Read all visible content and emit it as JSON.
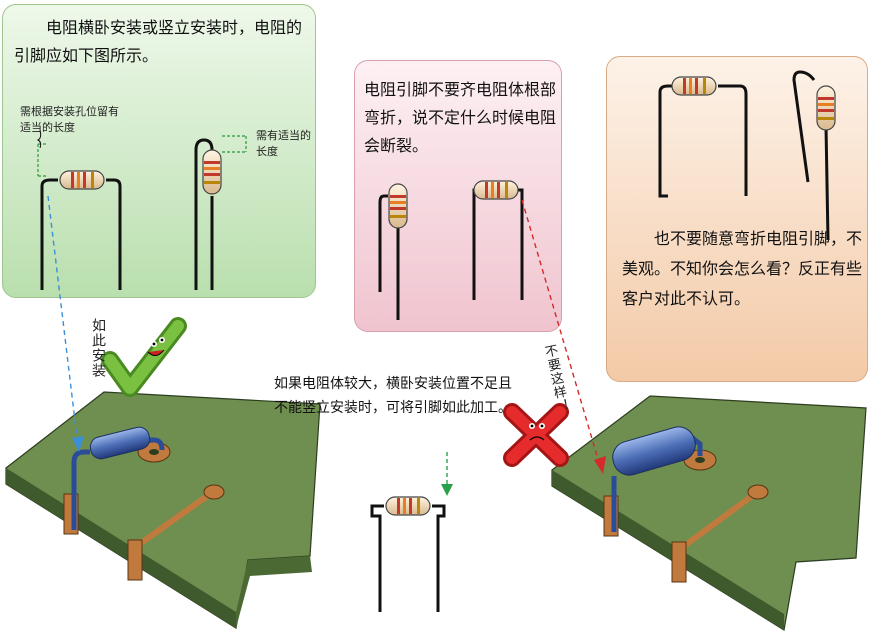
{
  "panels": {
    "correct_intro": "电阻横卧安装或竖立安装时，电阻的引脚应如下图所示。",
    "hole_note": "需根据安装孔位留有适当的长度",
    "length_note": "需有适当的长度",
    "no_root_bend": "电阻引脚不要齐电阻体根部弯折，说不定什么时候电阻会断裂。",
    "no_random_bend": "也不要随意弯折电阻引脚，不美观。不知你会怎么看？反正有些客户对此不认可。"
  },
  "labels": {
    "install_like_this": "如此安装",
    "dont_do_this": "不要这样！",
    "large_body_note": "如果电阻体较大，横卧安装位置不足且不能竖立安装时，可将引脚如此加工。"
  },
  "colors": {
    "panel_green": "#b9dfae",
    "panel_pink": "#f0c4cf",
    "panel_orange": "#f3caa7",
    "pcb_green": "#6e8f4f",
    "copper": "#c07a3e",
    "resistor_body": "#f1dcc0",
    "coil_blue": "#4d6fb6",
    "check_green": "#7ac142",
    "cross_red": "#e52b2b",
    "arrow_blue": "#3a8fd8",
    "arrow_red": "#d42a2a",
    "arrow_green": "#2aa04a"
  },
  "icons": [
    "check-mascot-icon",
    "cross-mascot-icon"
  ]
}
